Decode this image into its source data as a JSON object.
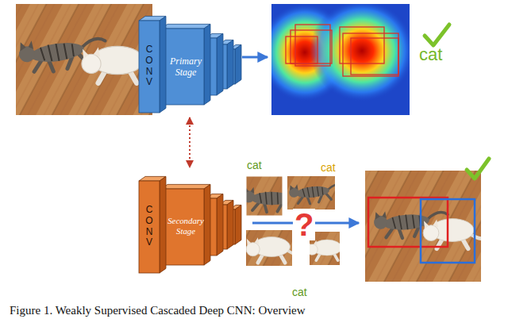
{
  "diagram": {
    "caption": "Figure 1. Weakly Supervised Cascaded Deep CNN: Overview",
    "nodes": [
      {
        "text": [
          "CONV",
          "Primary Stage"
        ]
      },
      {
        "text": [
          "CONV",
          "Secondary Stage"
        ]
      }
    ],
    "edges": [
      {
        "from": 0,
        "to": 1,
        "arrow": "both"
      }
    ],
    "labels": [
      "cat",
      "cat",
      "cat",
      "?",
      "cat"
    ]
  }
}
